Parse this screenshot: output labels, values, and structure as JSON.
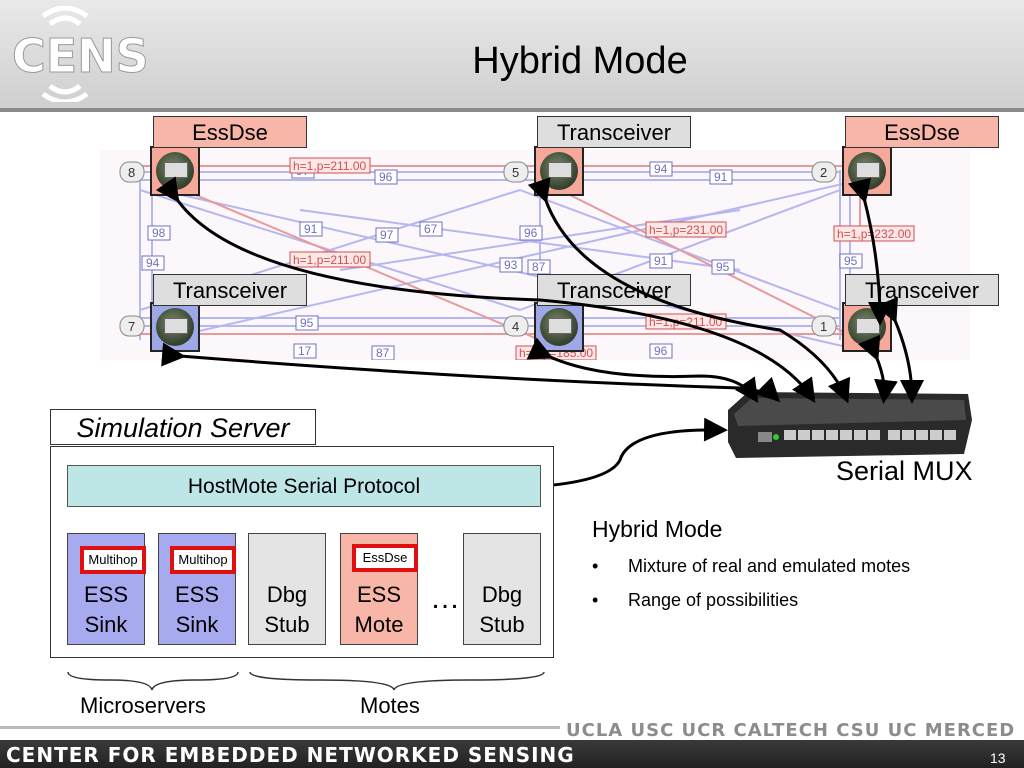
{
  "header": {
    "logo_text": "CENS",
    "title": "Hybrid Mode"
  },
  "top_labels": [
    "EssDse",
    "Transceiver",
    "EssDse"
  ],
  "mid_labels": [
    "Transceiver",
    "Transceiver",
    "Transceiver"
  ],
  "node_numbers": [
    "8",
    "5",
    "2",
    "7",
    "4",
    "1"
  ],
  "edge_labels": [
    "97",
    "96",
    "94",
    "91",
    "98",
    "91",
    "97",
    "67",
    "96",
    "91",
    "95",
    "94",
    "93",
    "87",
    "95",
    "17",
    "87",
    "96",
    "95",
    "h=1,p=211.00",
    "h=1,p=211.00",
    "h=1,p=231.00",
    "h=1,p=232.00",
    "h=1,p=211.00",
    "h=5,p=185.00"
  ],
  "simulation": {
    "title": "Simulation Server",
    "protocol": "HostMote Serial Protocol",
    "blocks": [
      {
        "tag": "Multihop",
        "line1": "ESS",
        "line2": "Sink"
      },
      {
        "tag": "Multihop",
        "line1": "ESS",
        "line2": "Sink"
      },
      {
        "tag": "",
        "line1": "Dbg",
        "line2": "Stub"
      },
      {
        "tag": "EssDse",
        "line1": "ESS",
        "line2": "Mote"
      },
      {
        "tag": "",
        "line1": "Dbg",
        "line2": "Stub"
      }
    ],
    "ellipsis": "…"
  },
  "serial_mux": "Serial MUX",
  "info": {
    "heading": "Hybrid Mode",
    "bullets": [
      "Mixture of real and emulated motes",
      "Range of possibilities"
    ]
  },
  "groups": [
    "Microservers",
    "Motes"
  ],
  "footer": {
    "center": "CENTER FOR EMBEDDED NETWORKED SENSING",
    "universities": "UCLA  USC  UCR  CALTECH  CSU  UC MERCED",
    "page": "13"
  },
  "colors": {
    "pink": "#f8b6a8",
    "blue": "#a8aaf0",
    "cyan": "#bfe6e6",
    "red": "#e01010"
  }
}
